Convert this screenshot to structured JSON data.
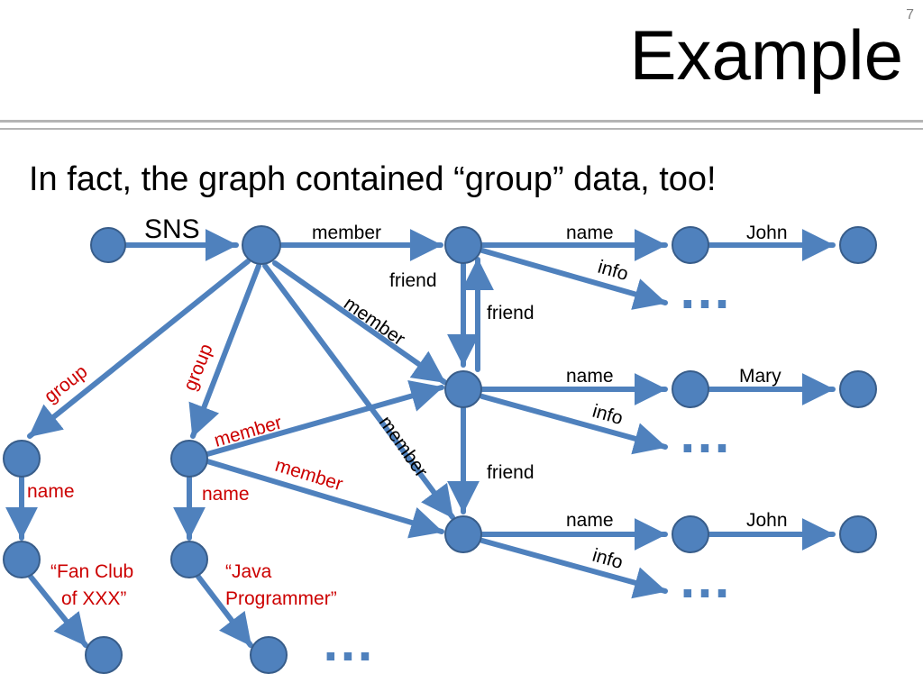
{
  "slide": {
    "number": "7",
    "title": "Example",
    "subtitle": "In fact, the graph contained “group” data, too!"
  },
  "colors": {
    "edge": "#4f81bd",
    "node_fill": "#4f81bd",
    "node_stroke": "#385d8a",
    "label_black": "#000000",
    "label_red": "#cc0000",
    "ellipsis": "#4f81bd"
  },
  "labels": {
    "sns": "SNS",
    "member_top": "member",
    "friend_left": "friend",
    "friend_right": "friend",
    "member_diag": "member",
    "group_left": "group",
    "group_mid": "group",
    "member_red_1": "member",
    "member_red_2": "member",
    "member_diag_2": "member",
    "name_1": "name",
    "name_2": "name",
    "name_3": "name",
    "info_1": "info",
    "info_2": "info",
    "info_3": "info",
    "john_1": "John",
    "mary": "Mary",
    "john_2": "John",
    "friend_lower": "friend",
    "name_g1": "name",
    "name_g2": "name",
    "fan_club_1": "“Fan Club",
    "fan_club_2": "of XXX”",
    "java_1": "“Java",
    "java_2": "Programmer”",
    "ellipsis": "…"
  }
}
